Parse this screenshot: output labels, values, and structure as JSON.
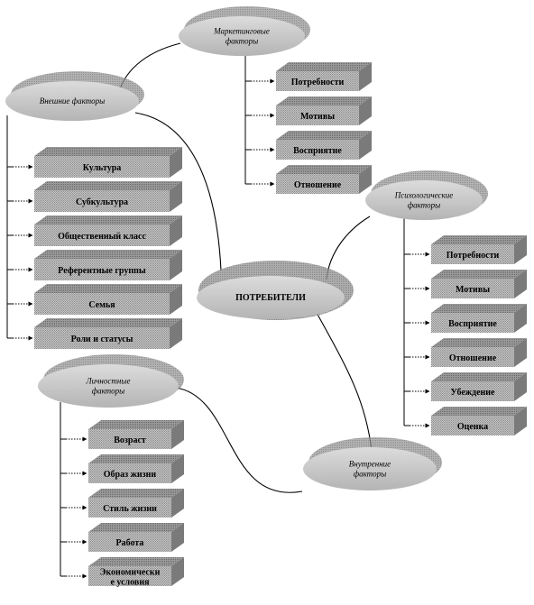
{
  "center": {
    "label": "ПОТРЕБИТЕЛИ"
  },
  "groups": [
    {
      "id": "external",
      "label": [
        "Внешние факторы"
      ],
      "items": [
        "Культура",
        "Субкультура",
        "Общественный класс",
        "Референтные группы",
        "Семья",
        "Роли и статусы"
      ]
    },
    {
      "id": "marketing",
      "label": [
        "Маркетинговые",
        "факторы"
      ],
      "items": [
        "Потребности",
        "Мотивы",
        "Восприятие",
        "Отношение"
      ]
    },
    {
      "id": "psychological",
      "label": [
        "Психологические",
        "факторы"
      ],
      "items": [
        "Потребности",
        "Мотивы",
        "Восприятие",
        "Отношение",
        "Убеждение",
        "Оценка"
      ]
    },
    {
      "id": "personal",
      "label": [
        "Личностные",
        "факторы"
      ],
      "items": [
        "Возраст",
        "Образ жизни",
        "Стиль жизни",
        "Работа",
        [
          "Экономически",
          "е условия"
        ]
      ]
    },
    {
      "id": "internal",
      "label": [
        "Внутренние",
        "факторы"
      ],
      "items": []
    }
  ]
}
